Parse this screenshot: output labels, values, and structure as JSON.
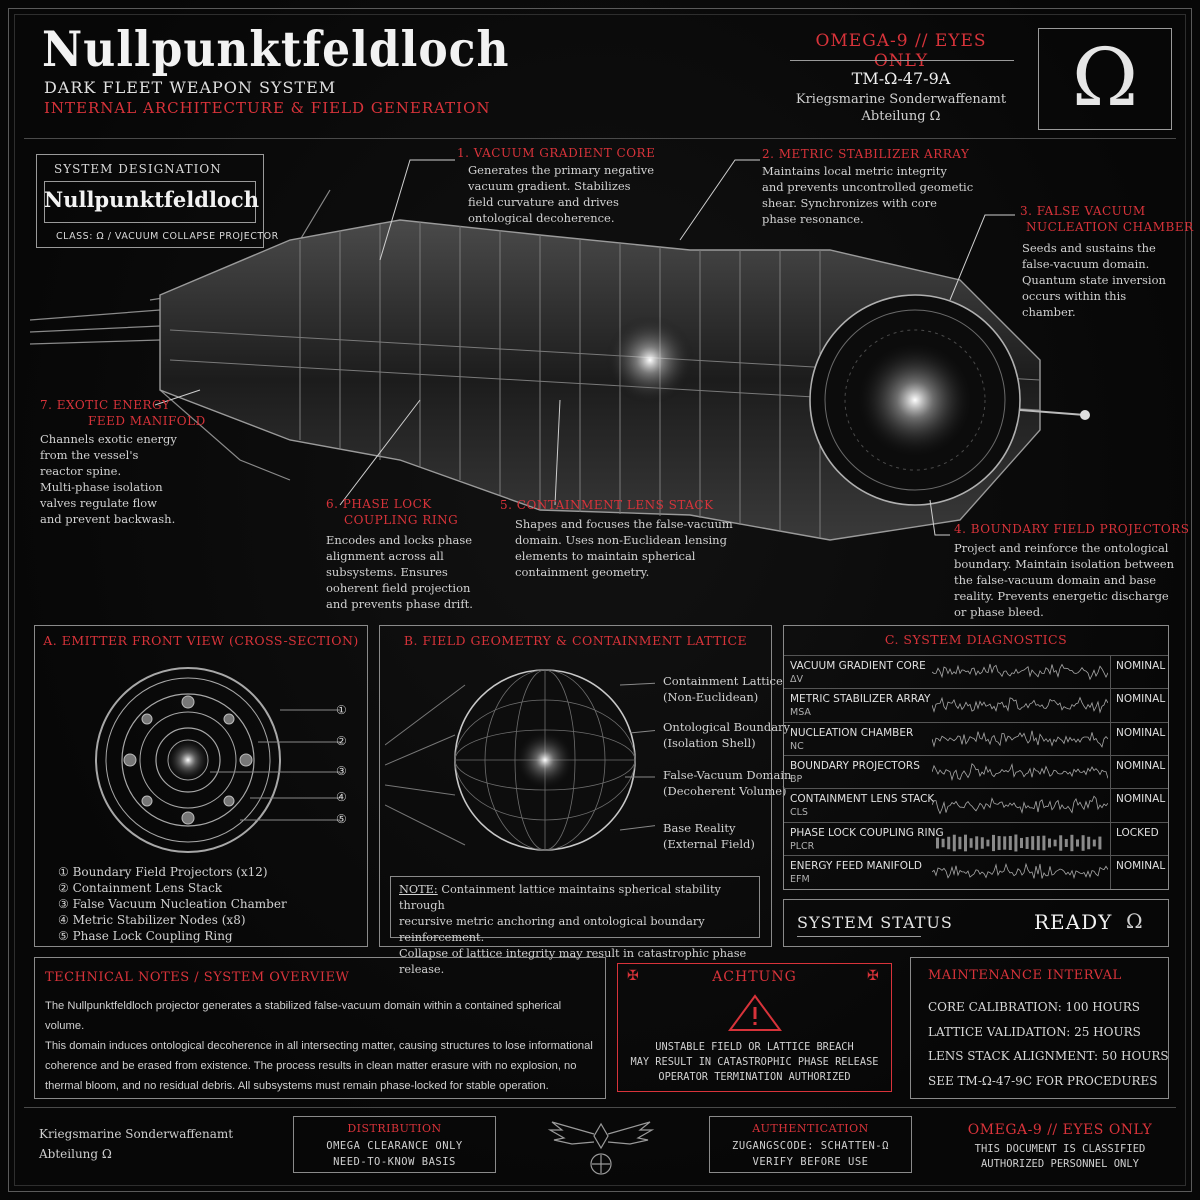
{
  "header": {
    "title": "Nullpunktfeldloch",
    "subtitle": "DARK FLEET WEAPON SYSTEM",
    "subtitle2": "INTERNAL ARCHITECTURE & FIELD GENERATION",
    "classification": "OMEGA-9 // EYES ONLY",
    "doc_id": "TM-Ω-47-9A",
    "org": "Kriegsmarine Sonderwaffenamt",
    "dept": "Abteilung Ω",
    "emblem": "Ω"
  },
  "designation": {
    "label": "SYSTEM DESIGNATION",
    "name": "Nullpunktfeldloch",
    "class": "CLASS: Ω / VACUUM COLLAPSE PROJECTOR"
  },
  "callouts": [
    {
      "title": "1. VACUUM GRADIENT CORE",
      "body": [
        "Generates the primary negative",
        "vacuum gradient. Stabilizes",
        "field curvature and drives",
        "ontological decoherence."
      ]
    },
    {
      "title": "2. METRIC STABILIZER ARRAY",
      "body": [
        "Maintains local metric integrity",
        "and prevents uncontrolled geometic",
        "shear. Synchronizes with core",
        "phase resonance."
      ]
    },
    {
      "title": [
        "3. FALSE VACUUM",
        "NUCLEATION CHAMBER"
      ],
      "body": [
        "Seeds and sustains the",
        "false-vacuum domain.",
        "Quantum state inversion",
        "occurs within this",
        "chamber."
      ]
    },
    {
      "title": "4. BOUNDARY FIELD PROJECTORS",
      "body": [
        "Project and reinforce the ontological",
        "boundary. Maintain isolation between",
        "the false-vacuum domain and base",
        "reality. Prevents energetic discharge",
        "or phase bleed."
      ]
    },
    {
      "title": "5. CONTAINMENT LENS STACK",
      "body": [
        "Shapes and focuses the false-vacuum",
        "domain. Uses non-Euclidean lensing",
        "elements to maintain spherical",
        "containment geometry."
      ]
    },
    {
      "title": [
        "6. PHASE LOCK",
        "COUPLING RING"
      ],
      "body": [
        "Encodes and locks phase",
        "alignment across all",
        "subsystems. Ensures",
        "ooherent field projection",
        "and prevents phase drift."
      ]
    },
    {
      "title": [
        "7. EXOTIC ENERGY",
        "FEED MANIFOLD"
      ],
      "body": [
        "Channels exotic energy",
        "from the vessel's",
        "reactor spine.",
        "Multi-phase isolation",
        "valves regulate flow",
        "and prevent backwash."
      ]
    }
  ],
  "panel_a": {
    "title": "A. EMITTER FRONT VIEW (CROSS-SECTION)",
    "markers": [
      "①",
      "②",
      "③",
      "④",
      "⑤"
    ],
    "legend": [
      "① Boundary Field Projectors (x12)",
      "② Containment Lens Stack",
      "③ False Vacuum Nucleation Chamber",
      "④ Metric Stabilizer Nodes (x8)",
      "⑤ Phase Lock Coupling Ring"
    ]
  },
  "panel_b": {
    "title": "B. FIELD GEOMETRY & CONTAINMENT LATTICE",
    "labels": [
      [
        "Containment Lattice",
        "(Non-Euclidean)"
      ],
      [
        "Ontological Boundary",
        "(Isolation Shell)"
      ],
      [
        "False-Vacuum Domain",
        "(Decoherent Volume)"
      ],
      [
        "Base Reality",
        "(External Field)"
      ]
    ],
    "note_label": "NOTE:",
    "note": [
      "Containment lattice maintains spherical stability through",
      "recursive metric anchoring and ontological boundary reinforcement.",
      "Collapse of lattice integrity may result in catastrophic phase release."
    ]
  },
  "panel_c": {
    "title": "C. SYSTEM DIAGNOSTICS",
    "rows": [
      {
        "name": "VACUUM GRADIENT CORE",
        "abbr": "ΔV",
        "status": "NOMINAL"
      },
      {
        "name": "METRIC STABILIZER ARRAY",
        "abbr": "MSA",
        "status": "NOMINAL"
      },
      {
        "name": "NUCLEATION CHAMBER",
        "abbr": "NC",
        "status": "NOMINAL"
      },
      {
        "name": "BOUNDARY PROJECTORS",
        "abbr": "BP",
        "status": "NOMINAL"
      },
      {
        "name": "CONTAINMENT LENS STACK",
        "abbr": "CLS",
        "status": "NOMINAL"
      },
      {
        "name": "PHASE LOCK COUPLING RING",
        "abbr": "PLCR",
        "status": "LOCKED"
      },
      {
        "name": "ENERGY FEED MANIFOLD",
        "abbr": "EFM",
        "status": "NOMINAL"
      }
    ],
    "status_label": "SYSTEM STATUS",
    "status_value": "READY",
    "status_glyph": "Ω"
  },
  "tech_notes": {
    "title": "TECHNICAL NOTES / SYSTEM OVERVIEW",
    "lines": [
      "The Nullpunktfeldloch projector generates a stabilized false-vacuum domain within a contained spherical volume.",
      "This domain induces ontological decoherence in all intersecting matter, causing structures to lose informational",
      "coherence and be erased from existence. The process results in clean matter erasure with no explosion, no",
      "thermal bloom, and no residual debris. All subsystems must remain phase-locked for stable operation."
    ]
  },
  "warning": {
    "title": "ACHTUNG",
    "lines": [
      "UNSTABLE FIELD OR LATTICE BREACH",
      "MAY RESULT IN CATASTROPHIC PHASE RELEASE",
      "OPERATOR TERMINATION AUTHORIZED"
    ]
  },
  "maintenance": {
    "title": "MAINTENANCE INTERVAL",
    "lines": [
      "CORE CALIBRATION: 100 HOURS",
      "LATTICE VALIDATION: 25 HOURS",
      "LENS STACK ALIGNMENT: 50 HOURS",
      "SEE TM-Ω-47-9C FOR PROCEDURES"
    ]
  },
  "footer": {
    "org": "Kriegsmarine Sonderwaffenamt",
    "dept": "Abteilung Ω",
    "distribution": {
      "title": "DISTRIBUTION",
      "lines": [
        "OMEGA CLEARANCE ONLY",
        "NEED-TO-KNOW BASIS"
      ]
    },
    "authentication": {
      "title": "AUTHENTICATION",
      "lines": [
        "ZUGANGSCODE: SCHATTEN-Ω",
        "VERIFY BEFORE USE"
      ]
    },
    "classification": "OMEGA-9 // EYES ONLY",
    "classification_lines": [
      "THIS DOCUMENT IS CLASSIFIED",
      "AUTHORIZED PERSONNEL ONLY"
    ]
  },
  "colors": {
    "accent_red": "#d8333a",
    "background": "#070707",
    "line": "#8a8a8a",
    "text": "#d8d8d8"
  }
}
